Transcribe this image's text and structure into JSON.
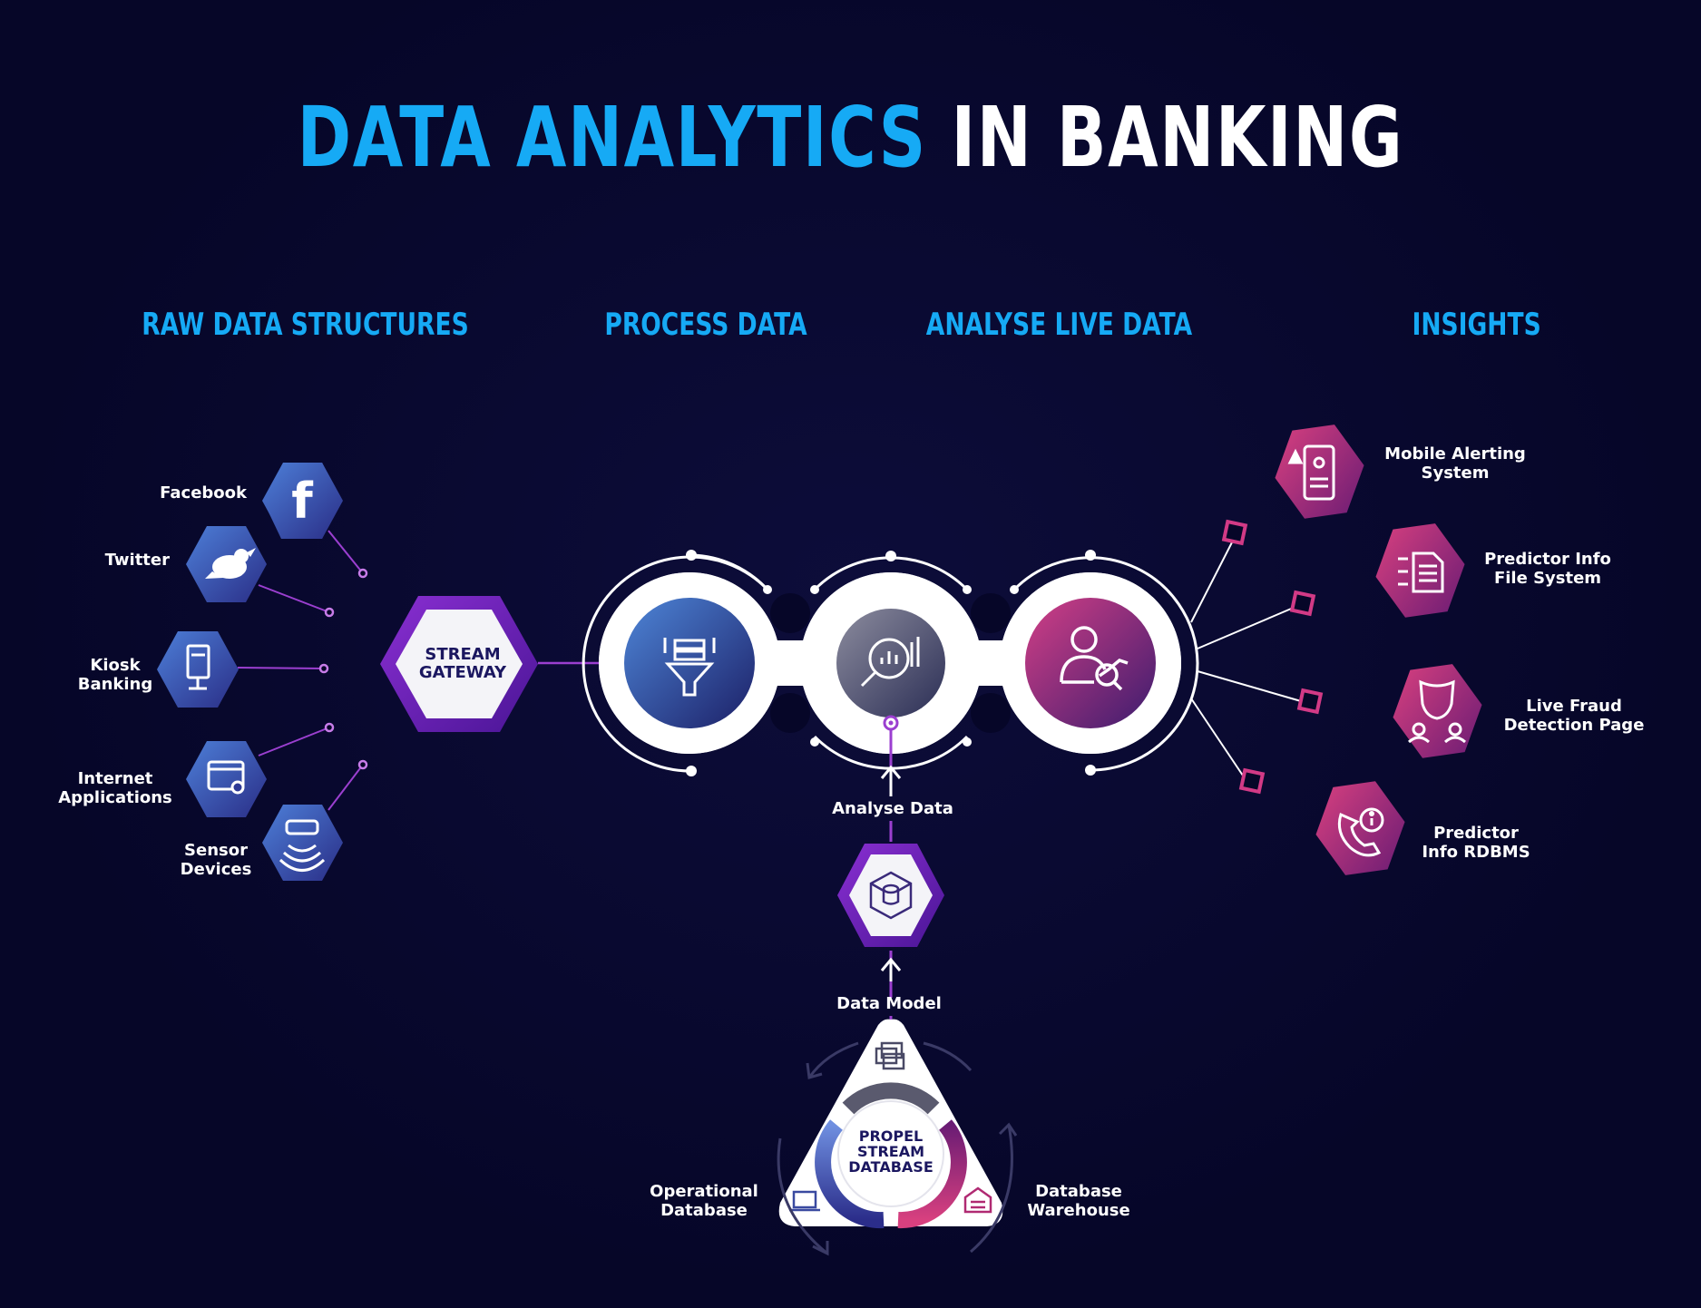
{
  "title": {
    "part1": "DATA ANALYTICS",
    "part2": "IN BANKING"
  },
  "sections": {
    "raw": "RAW DATA STRUCTURES",
    "process": "PROCESS DATA",
    "analyse": "ANALYSE LIVE DATA",
    "insights": "INSIGHTS"
  },
  "sources": [
    {
      "label": "Facebook",
      "icon": "facebook-icon"
    },
    {
      "label": "Twitter",
      "icon": "twitter-icon"
    },
    {
      "label": "Kiosk\nBanking",
      "icon": "kiosk-icon"
    },
    {
      "label": "Internet\nApplications",
      "icon": "web-settings-icon"
    },
    {
      "label": "Sensor\nDevices",
      "icon": "sensor-icon"
    }
  ],
  "gateway": "STREAM\nGATEWAY",
  "flow": {
    "analyse_data": "Analyse Data",
    "data_model": "Data Model"
  },
  "database": {
    "center": "PROPEL\nSTREAM\nDATABASE",
    "operational": "Operational\nDatabase",
    "warehouse": "Database\nWarehouse"
  },
  "insights": [
    {
      "label": "Mobile Alerting\nSystem",
      "icon": "mobile-alert-icon"
    },
    {
      "label": "Predictor Info\nFile System",
      "icon": "file-system-icon"
    },
    {
      "label": "Live Fraud\nDetection Page",
      "icon": "fraud-mask-icon"
    },
    {
      "label": "Predictor\nInfo RDBMS",
      "icon": "phone-info-icon"
    }
  ],
  "colors": {
    "blue": "#16aaf5",
    "purple": "#7a2bc4",
    "magenta": "#d23a86",
    "background": "#060628"
  }
}
